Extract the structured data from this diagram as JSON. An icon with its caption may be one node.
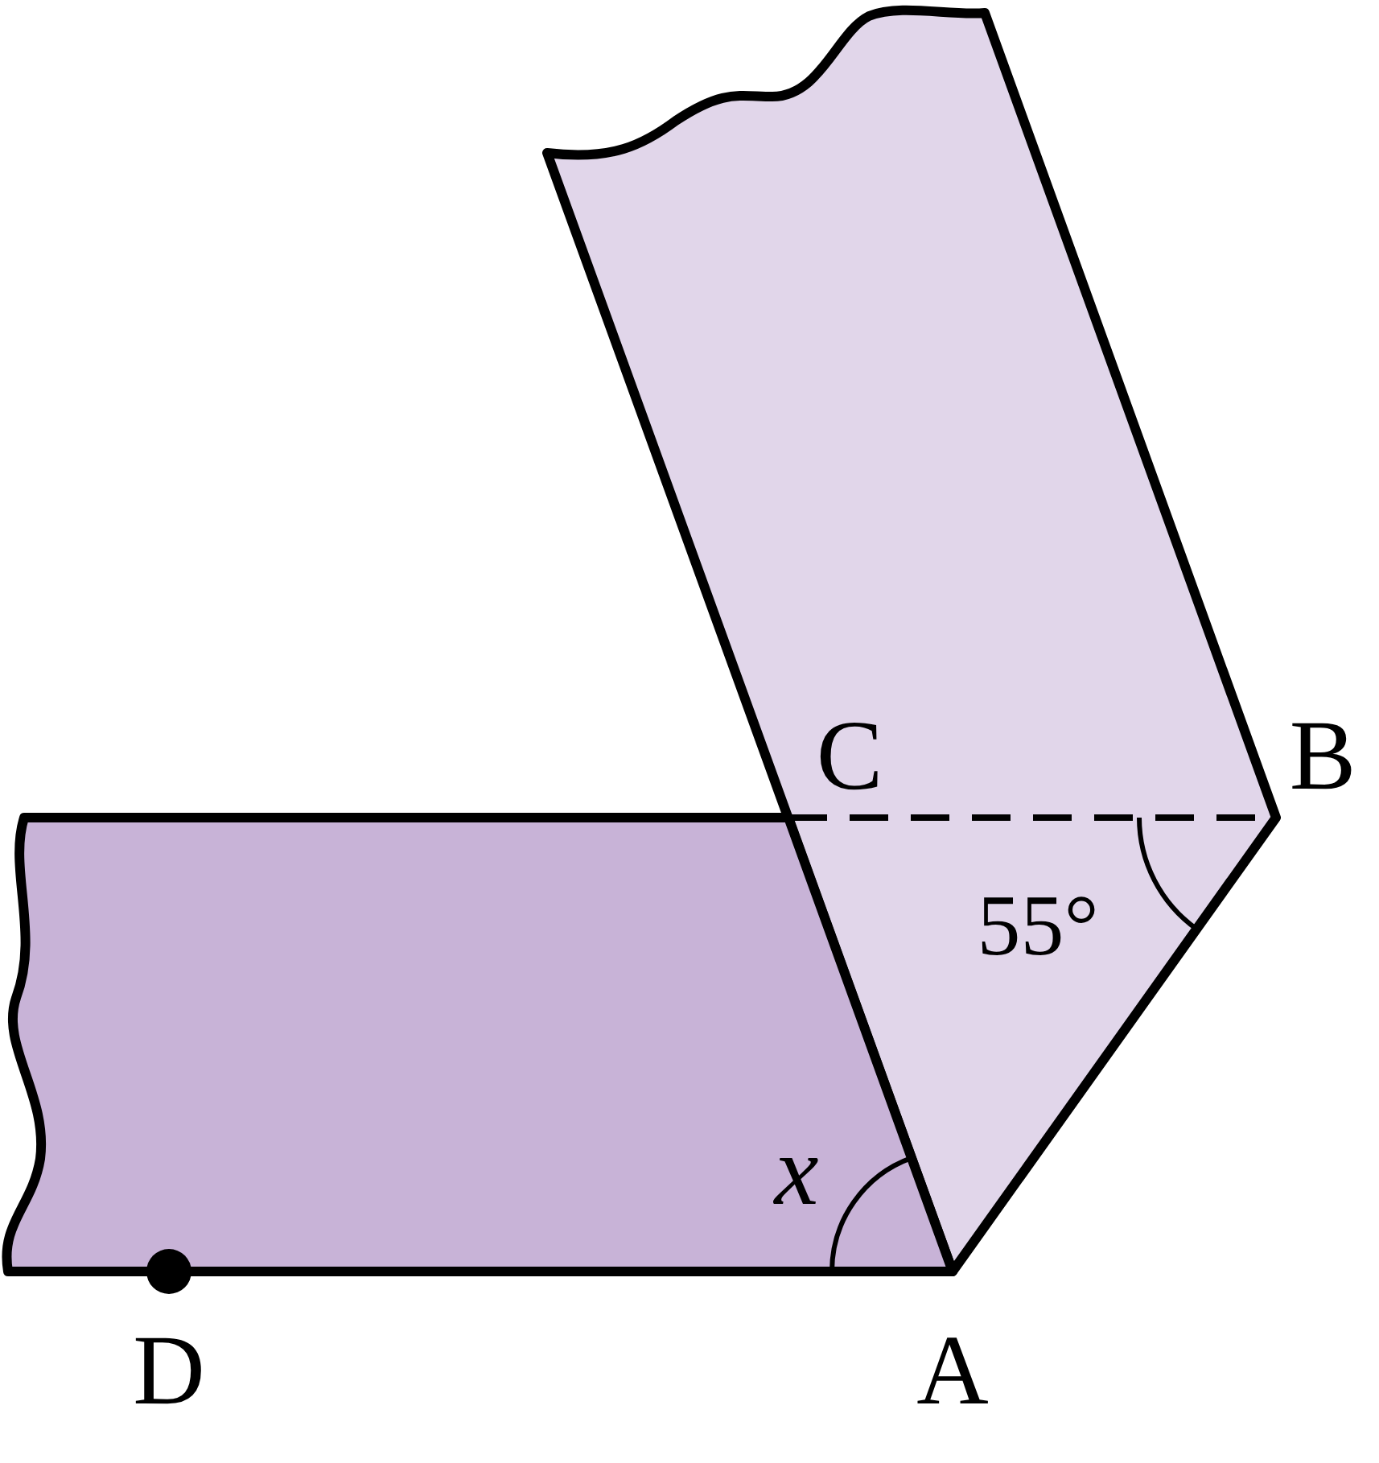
{
  "diagram": {
    "labels": [
      "C",
      "B",
      "55°",
      "x",
      "D",
      "A"
    ]
  }
}
